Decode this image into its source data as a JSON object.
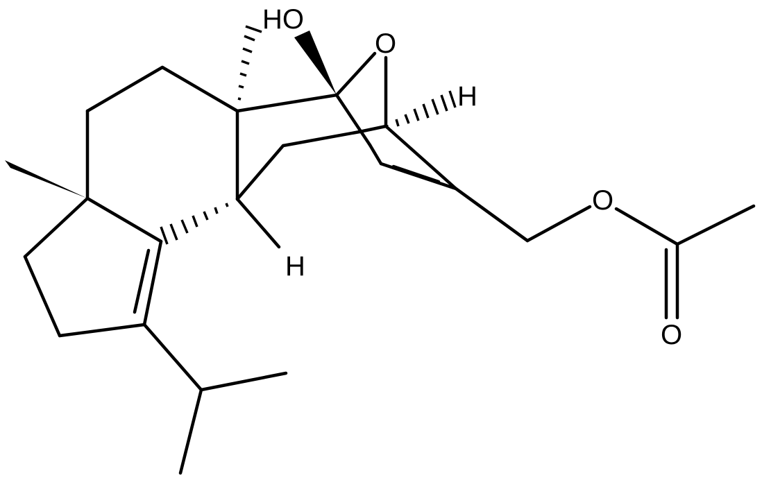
{
  "molecule": {
    "atom_labels": {
      "hydroxyl": "HO",
      "ring_oxygen": "O",
      "bridgehead_h": "H",
      "ring_junction_h": "H",
      "ester_oxygen": "O",
      "carbonyl_oxygen": "O"
    },
    "colors": {
      "bond": "#000000",
      "label": "#000000",
      "background": "#ffffff"
    }
  }
}
